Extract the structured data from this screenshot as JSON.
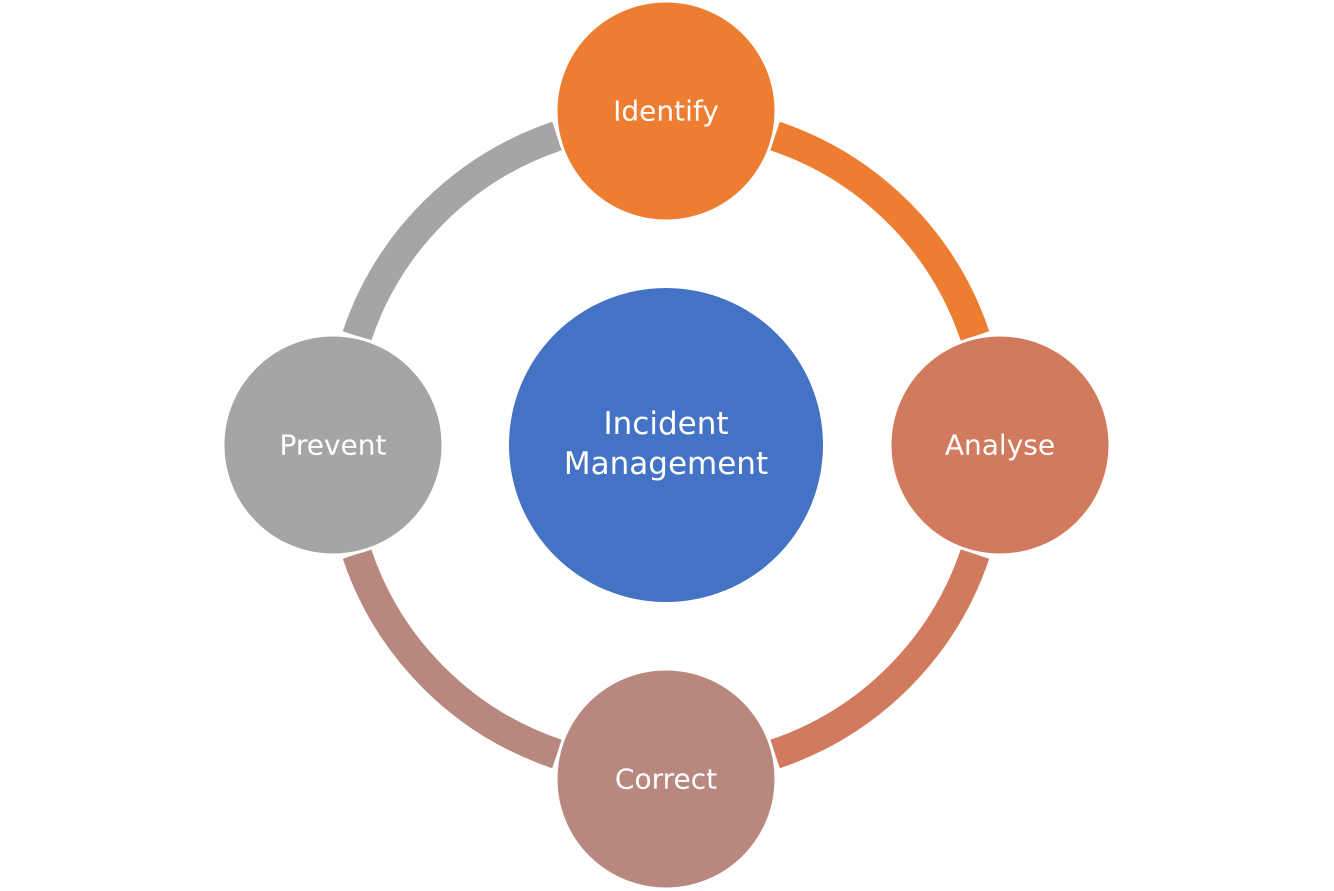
{
  "diagram": {
    "center": {
      "lines": [
        "Incident",
        "Management"
      ],
      "color": "#4472C4"
    },
    "nodes": [
      {
        "id": "identify",
        "label": "Identify",
        "color": "#ED7D31"
      },
      {
        "id": "analyse",
        "label": "Analyse",
        "color": "#D17A5E"
      },
      {
        "id": "correct",
        "label": "Correct",
        "color": "#B8887F"
      },
      {
        "id": "prevent",
        "label": "Prevent",
        "color": "#A5A5A5"
      }
    ],
    "connectors": [
      {
        "from": "identify",
        "to": "analyse",
        "color": "#ED7D31"
      },
      {
        "from": "analyse",
        "to": "correct",
        "color": "#D17A5E"
      },
      {
        "from": "correct",
        "to": "prevent",
        "color": "#B8887F"
      },
      {
        "from": "prevent",
        "to": "identify",
        "color": "#A5A5A5"
      }
    ]
  }
}
